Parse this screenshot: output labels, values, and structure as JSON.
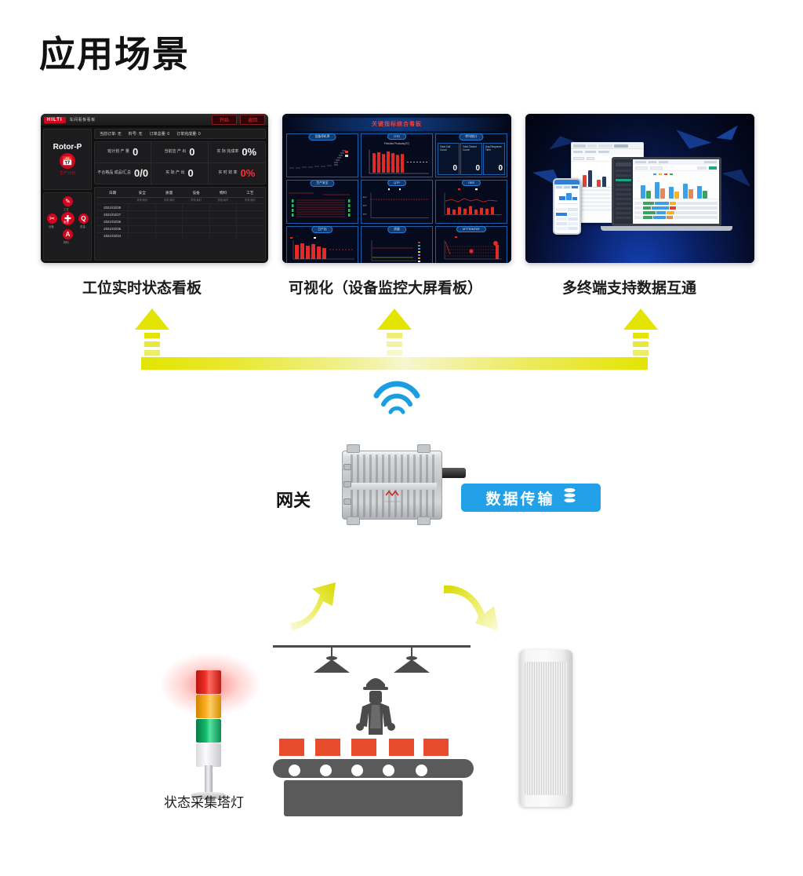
{
  "page": {
    "title": "应用场景"
  },
  "screens": [
    {
      "id": "screen-workstation-board",
      "caption": "工位实时状态看板",
      "header": {
        "brand": "HILTI",
        "subtitle": "车间看板看板",
        "buttons": [
          "开始",
          "返回"
        ]
      },
      "left": {
        "rotor_name": "Rotor-P",
        "rotor_icon": "calendar-clock-icon",
        "rotor_sub": "生产计划"
      },
      "icons": [
        {
          "label": "工艺",
          "glyph": "✍",
          "position": "top"
        },
        {
          "label": "设备",
          "glyph": "✂",
          "position": "left"
        },
        {
          "label": "安全",
          "glyph": "✚",
          "position": "center"
        },
        {
          "label": "质量",
          "glyph": "Q",
          "position": "right"
        },
        {
          "label": "物料",
          "glyph": "A",
          "position": "bottom"
        }
      ],
      "top_bar": [
        "当前订单: 无",
        "料号: 无",
        "订单总量: 0",
        "订单完成量: 0"
      ],
      "kpis": [
        {
          "label": "班计划\n产  量",
          "value": "0",
          "red": false
        },
        {
          "label": "当前应\n产  出",
          "value": "0",
          "red": false
        },
        {
          "label": "实  际\n完成率",
          "value": "0%",
          "red": false
        },
        {
          "label": "不合格品\n成品/汇总",
          "value": "0/0",
          "red": false
        },
        {
          "label": "实  际\n产  出",
          "value": "0",
          "red": false
        },
        {
          "label": "实  时\n效  率",
          "value": "0%",
          "red": true
        }
      ],
      "table": {
        "columns": [
          "日期",
          "安全",
          "质量",
          "设备",
          "物料",
          "工艺"
        ],
        "subcolumns": [
          "异常",
          "耗时"
        ],
        "rows": [
          [
            "2021/02/28",
            "",
            "",
            "",
            "",
            ""
          ],
          [
            "2021/02/27",
            "",
            "",
            "",
            "",
            ""
          ],
          [
            "2021/02/26",
            "",
            "",
            "",
            "",
            ""
          ],
          [
            "2021/02/25",
            "",
            "",
            "",
            "",
            ""
          ],
          [
            "2021/02/24",
            "",
            "",
            "",
            "",
            ""
          ]
        ]
      }
    },
    {
      "id": "screen-kpi-board",
      "caption": "可视化（设备监控大屏看板）",
      "title": "关键指标综合看板",
      "panels": [
        {
          "title": "设备停机率",
          "type": "scatter-step",
          "legend": [
            "停机次数",
            "停机率"
          ]
        },
        {
          "title": "OTD",
          "subtitle": "Finished Products(JIT)",
          "type": "bar"
        },
        {
          "title": "呼叫统计",
          "type": "cards",
          "cards": [
            {
              "label": "Total Call Count",
              "value": "0"
            },
            {
              "label": "Total Closed Count",
              "value": "0"
            },
            {
              "label": "Avg Response Time",
              "value": "0"
            }
          ]
        },
        {
          "title": "生产安全",
          "type": "matrix",
          "note": "上月安全事故数\n本月安全事故数"
        },
        {
          "title": "QTP",
          "type": "line",
          "legend": [
            "目标",
            "实际"
          ]
        },
        {
          "title": "OEE",
          "type": "line",
          "legend": [
            "OEE",
            "目标"
          ]
        },
        {
          "title": "日产出",
          "type": "bar-line",
          "legend": [
            "Past 30 Average",
            "MTD 总产出"
          ]
        },
        {
          "title": "质量",
          "type": "multiline",
          "legend": [
            "缺陷A",
            "缺陷B",
            "缺陷C",
            "缺陷D",
            "缺陷E",
            "缺陷F",
            "缺陷G"
          ]
        },
        {
          "title": "MTTR/MTBF",
          "type": "bubble",
          "legend": [
            "停机时间"
          ]
        }
      ]
    },
    {
      "id": "screen-multidevice",
      "caption": "多终端支持数据互通"
    }
  ],
  "flow": {
    "uplink_arrow_count": 3,
    "wifi_icon": "wifi-icon",
    "wifi_color": "#1a9ee0"
  },
  "gateway": {
    "label": "网关",
    "badge": {
      "text": "数据传输",
      "icon": "database-icon",
      "color": "#22a1e8"
    }
  },
  "floor": {
    "tower_light": {
      "label": "状态采集塔灯",
      "segments": [
        {
          "name": "red-light",
          "color": "#e8211d",
          "active": true
        },
        {
          "name": "amber-light",
          "color": "#f5a007",
          "active": false
        },
        {
          "name": "green-light",
          "color": "#0fae63",
          "active": false
        }
      ]
    },
    "workstation": {
      "worker_icon": "worker-icon",
      "lamp_count": 2,
      "box_count": 5,
      "roller_count": 5,
      "box_color": "#e74c2c",
      "machine_color": "#5a5a5a"
    },
    "speaker": {
      "name": "column-speaker"
    }
  }
}
